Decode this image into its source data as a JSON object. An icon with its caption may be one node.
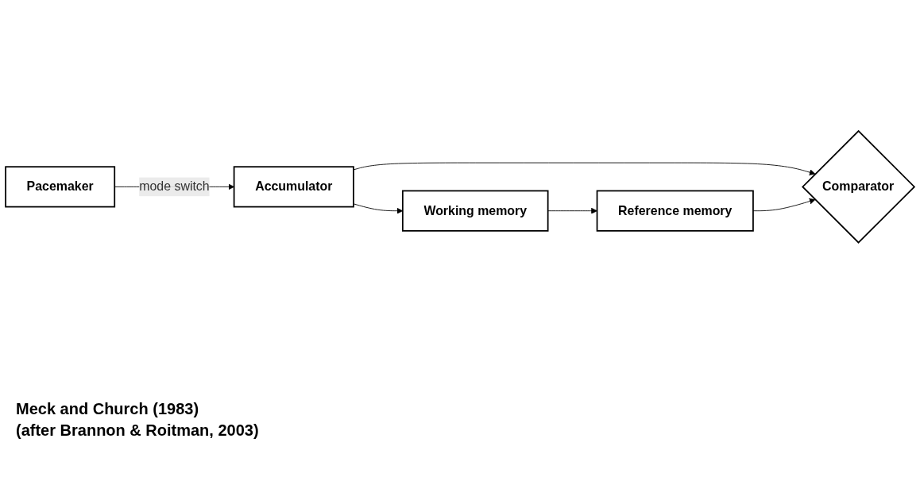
{
  "diagram": {
    "nodes": [
      {
        "text": [
          "Pacemaker"
        ]
      },
      {
        "text": [
          "Accumulator"
        ]
      },
      {
        "text": [
          "Working memory"
        ]
      },
      {
        "text": [
          "Reference memory"
        ]
      },
      {
        "text": [
          "Comparator"
        ]
      }
    ],
    "edges": [
      {
        "from": 0,
        "to": 1,
        "arrow": "to",
        "label": "mode switch"
      },
      {
        "from": 1,
        "to": 2,
        "arrow": "to"
      },
      {
        "from": 2,
        "to": 3,
        "arrow": "to"
      },
      {
        "from": 1,
        "to": 4,
        "arrow": "to"
      },
      {
        "from": 3,
        "to": 4,
        "arrow": "to"
      }
    ],
    "labels": [
      "Meck and Church (1983)",
      "(after Brannon & Roitman, 2003)"
    ]
  }
}
